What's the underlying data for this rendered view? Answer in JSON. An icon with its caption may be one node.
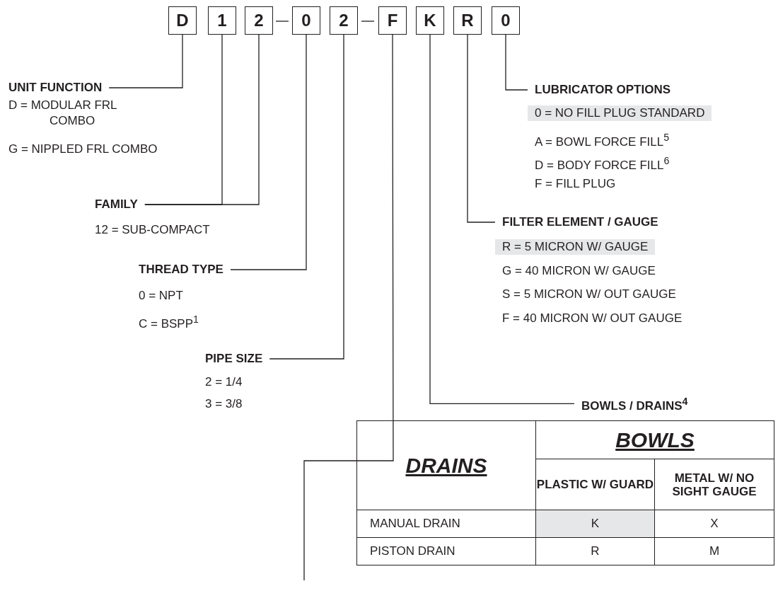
{
  "diagram": {
    "nodes": [
      {
        "text": [
          "D"
        ]
      },
      {
        "text": [
          "1"
        ]
      },
      {
        "text": [
          "2"
        ]
      },
      {
        "text": [
          "0"
        ]
      },
      {
        "text": [
          "2"
        ]
      },
      {
        "text": [
          "F"
        ]
      },
      {
        "text": [
          "K"
        ]
      },
      {
        "text": [
          "R"
        ]
      },
      {
        "text": [
          "0"
        ]
      },
      {
        "text": [
          "UNIT FUNCTION",
          "D = MODULAR FRL COMBO",
          "G = NIPPLED FRL COMBO"
        ]
      },
      {
        "text": [
          "FAMILY",
          "12 = SUB-COMPACT"
        ]
      },
      {
        "text": [
          "THREAD TYPE",
          "0 = NPT",
          "C = BSPP$^{1}$"
        ]
      },
      {
        "text": [
          "PIPE SIZE",
          "2 = 1/4",
          "3 = 3/8"
        ]
      },
      {
        "text": [
          "LUBRICATOR OPTIONS",
          "0 = NO FILL PLUG STANDARD",
          "A = BOWL FORCE FILL$^{5}$",
          "D = BODY FORCE FILL$^{6}$",
          "F = FILL PLUG"
        ]
      },
      {
        "text": [
          "FILTER ELEMENT / GAUGE",
          "R = 5 MICRON W/ GAUGE",
          "G = 40 MICRON W/ GAUGE",
          "S = 5 MICRON W/ OUT GAUGE",
          "F = 40 MICRON W/ OUT GAUGE"
        ]
      },
      {
        "text": [
          "BOWLS / DRAINS$^{4}$"
        ]
      }
    ],
    "edges": [
      {
        "from": 0,
        "to": 9,
        "arrow": "none"
      },
      {
        "from": 1,
        "to": 10,
        "arrow": "none"
      },
      {
        "from": 2,
        "to": 10,
        "arrow": "none"
      },
      {
        "from": 3,
        "to": 11,
        "arrow": "none"
      },
      {
        "from": 4,
        "to": 12,
        "arrow": "none"
      },
      {
        "from": 5,
        "to": null,
        "arrow": "none"
      },
      {
        "from": 6,
        "to": 15,
        "arrow": "none"
      },
      {
        "from": 7,
        "to": 14,
        "arrow": "none"
      },
      {
        "from": 8,
        "to": 13,
        "arrow": "none"
      }
    ],
    "labels": [
      "DRAINS",
      "BOWLS",
      "PLASTIC W/ GUARD",
      "METAL W/ NO SIGHT GAUGE",
      "MANUAL DRAIN",
      "K",
      "X",
      "PISTON DRAIN",
      "R",
      "M"
    ]
  }
}
